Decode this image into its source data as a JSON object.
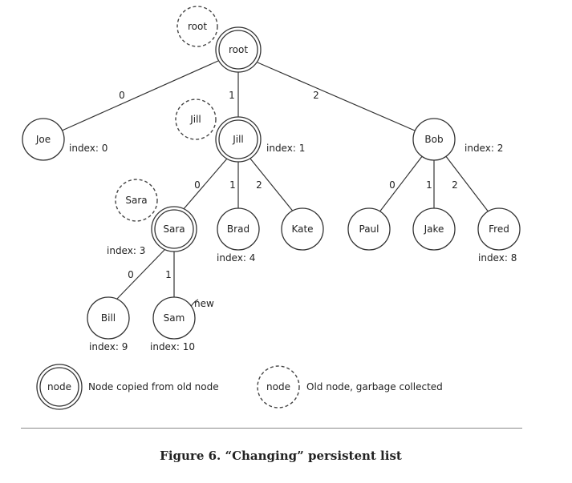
{
  "nodes": {
    "root_old": "root",
    "root": "root",
    "joe": "Joe",
    "jill_old": "Jill",
    "jill": "Jill",
    "bob": "Bob",
    "sara_old": "Sara",
    "sara": "Sara",
    "brad": "Brad",
    "kate": "Kate",
    "paul": "Paul",
    "jake": "Jake",
    "fred": "Fred",
    "bill": "Bill",
    "sam": "Sam"
  },
  "edge_labels": {
    "root_joe": "0",
    "root_jill": "1",
    "root_bob": "2",
    "jill_sara": "0",
    "jill_brad": "1",
    "jill_kate": "2",
    "bob_paul": "0",
    "bob_jake": "1",
    "bob_fred": "2",
    "sara_bill": "0",
    "sara_sam": "1"
  },
  "index_labels": {
    "joe": "index: 0",
    "jill": "index: 1",
    "bob": "index: 2",
    "sara": "index: 3",
    "brad": "index: 4",
    "fred": "index: 8",
    "bill": "index: 9",
    "sam": "index: 10"
  },
  "annotation_new": "new",
  "legend": {
    "copied_node": "node",
    "copied_desc": "Node copied from old node",
    "old_node": "node",
    "old_desc": "Old node, garbage collected"
  },
  "caption": "Figure 6. “Changing” persistent list"
}
